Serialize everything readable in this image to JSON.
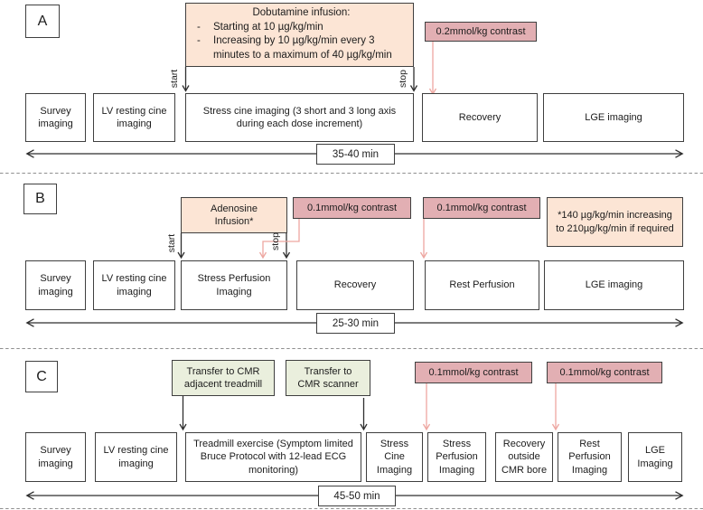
{
  "diagram": {
    "colors": {
      "infusion_fill": "#fce5d5",
      "contrast_fill": "#e2afb3",
      "transfer_fill": "#eaefdd",
      "contrast_arrow": "#eda6a0",
      "arrow_dark": "#2f2f2f",
      "line": "#3f3f3f"
    },
    "panels": {
      "a": {
        "label": "A",
        "duration": "35-40 min",
        "start_label": "start",
        "stop_label": "stop",
        "infusion_note": {
          "title": "Dobutamine infusion:",
          "bullets": [
            "Starting at 10 µg/kg/min",
            "Increasing by 10 µg/kg/min every 3 minutes to a maximum of 40 µg/kg/min"
          ]
        },
        "contrast_note": "0.2mmol/kg contrast",
        "steps": [
          "Survey imaging",
          "LV resting cine imaging",
          "Stress cine imaging (3 short and 3 long axis during each dose increment)",
          "Recovery",
          "LGE imaging"
        ]
      },
      "b": {
        "label": "B",
        "duration": "25-30 min",
        "start_label": "start",
        "stop_label": "stop",
        "infusion_note": "Adenosine Infusion*",
        "contrast_note_1": "0.1mmol/kg contrast",
        "contrast_note_2": "0.1mmol/kg contrast",
        "dose_note": "*140 µg/kg/min increasing to 210µg/kg/min if required",
        "steps": [
          "Survey imaging",
          "LV resting cine imaging",
          "Stress Perfusion Imaging",
          "Recovery",
          "Rest Perfusion",
          "LGE imaging"
        ]
      },
      "c": {
        "label": "C",
        "duration": "45-50 min",
        "transfer_note_1": "Transfer to CMR adjacent treadmill",
        "transfer_note_2": "Transfer to CMR scanner",
        "contrast_note_1": "0.1mmol/kg contrast",
        "contrast_note_2": "0.1mmol/kg contrast",
        "steps": [
          "Survey imaging",
          "LV resting cine imaging",
          "Treadmill exercise (Symptom limited Bruce Protocol with 12-lead ECG monitoring)",
          "Stress Cine Imaging",
          "Stress Perfusion Imaging",
          "Recovery outside CMR bore",
          "Rest Perfusion Imaging",
          "LGE Imaging"
        ]
      }
    }
  }
}
